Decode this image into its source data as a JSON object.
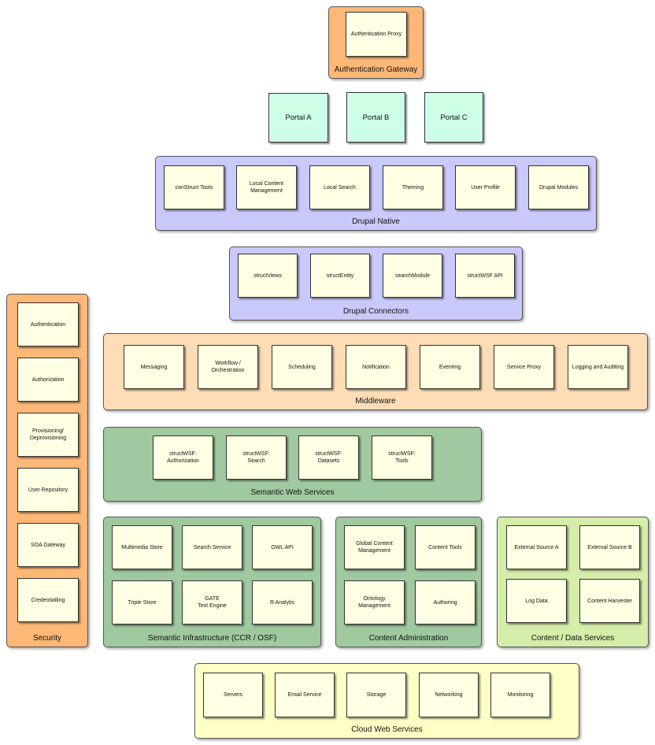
{
  "auth_gateway": {
    "title": "Authentication Gateway",
    "items": [
      "Authentication Proxy"
    ]
  },
  "portals": [
    "Portal A",
    "Portal B",
    "Portal C"
  ],
  "drupal_native": {
    "title": "Drupal Native",
    "items": [
      "conStruct Tools",
      "Local Content\nManagement",
      "Local Search",
      "Theming",
      "User Profile",
      "Drupal Modules"
    ]
  },
  "drupal_connectors": {
    "title": "Drupal Connectors",
    "items": [
      "structViews",
      "structEntity",
      "searchModule",
      "structWSF API"
    ]
  },
  "middleware": {
    "title": "Middleware",
    "items": [
      "Messaging",
      "Workflow /\nOrchestration",
      "Scheduling",
      "Notification",
      "Eventing",
      "Service Proxy",
      "Logging and Auditing"
    ]
  },
  "semantic_web_services": {
    "title": "Semantic Web Services",
    "items": [
      "structWSF:\nAuthorization",
      "structWSF:\nSearch",
      "structWSF:\nDatasets",
      "structWSF:\nTools"
    ]
  },
  "semantic_infrastructure": {
    "title": "Semantic Infrastructure (CCR / OSF)",
    "items": [
      "Multimedia Store",
      "Search Service",
      "OWL API",
      "Triple Store",
      "GATE\nText Engine",
      "R Analytis"
    ]
  },
  "content_administration": {
    "title": "Content Administration",
    "items": [
      "Global Content\nManagement",
      "Content Tools",
      "Ontology\nManagement",
      "Authoring"
    ]
  },
  "content_data_services": {
    "title": "Content / Data Services",
    "items": [
      "External Source A",
      "External Source B",
      "Log Data",
      "Content Harvester"
    ]
  },
  "security": {
    "title": "Security",
    "items": [
      "Authentication",
      "Authorization",
      "Provisioning/\nDeprovisioning",
      "User Repository",
      "SOA Gateway",
      "Credentialling"
    ]
  },
  "cloud_web_services": {
    "title": "Cloud Web Services",
    "items": [
      "Servers",
      "Email Service",
      "Storage",
      "Networking",
      "Monitoring"
    ]
  },
  "colors": {
    "orange": "#fdb877",
    "purple": "#c9c9fb",
    "peach": "#fedcb5",
    "green": "#a0c9a0",
    "lime": "#d4eda8",
    "cream": "#ffffc6",
    "box": "#ffffe3",
    "portal": "#ccffe6"
  }
}
